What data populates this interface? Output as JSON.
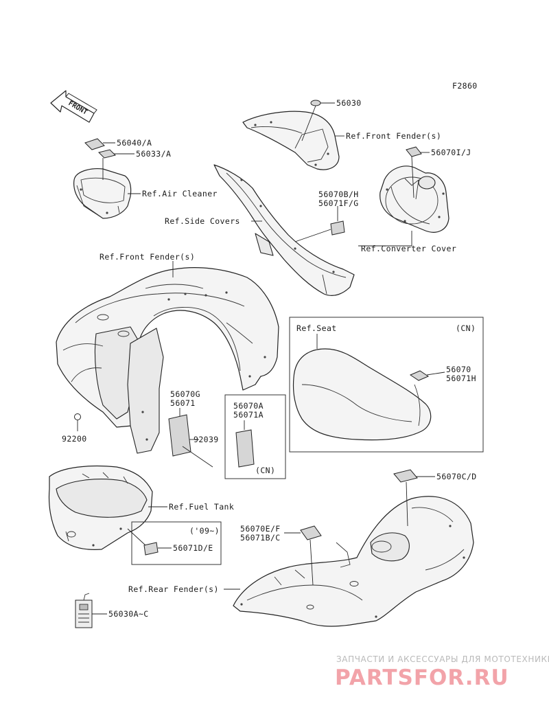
{
  "figure_code": "F2860",
  "front_arrow": "FRONT",
  "callouts": {
    "c56030": "56030",
    "ref_front_fender_top": "Ref.Front Fender(s)",
    "c56070IJ": "56070I/J",
    "c56040A": "56040/A",
    "c56033A": "56033/A",
    "ref_air_cleaner": "Ref.Air Cleaner",
    "c56070BH": "56070B/H",
    "c56071FG": "56071F/G",
    "ref_side_covers": "Ref.Side Covers",
    "ref_converter_cover": "Ref.Converter Cover",
    "ref_front_fender_main": "Ref.Front Fender(s)",
    "ref_seat": "Ref.Seat",
    "cn_seat": "(CN)",
    "c56070": "56070",
    "c56071H": "56071H",
    "c56070G": "56070G",
    "c56071": "56071",
    "c56070A": "56070A",
    "c56071A": "56071A",
    "cn_box": "(CN)",
    "c92200": "92200",
    "c92039": "92039",
    "ref_fuel_tank": "Ref.Fuel Tank",
    "year_09": "('09~)",
    "c56071DE": "56071D/E",
    "c56070CD": "56070C/D",
    "c56070EF": "56070E/F",
    "c56071BC": "56071B/C",
    "ref_rear_fender": "Ref.Rear Fender(s)",
    "c56030AC": "56030A~C"
  },
  "watermark": {
    "tagline": "ЗАПЧАСТИ И АКСЕССУАРЫ ДЛЯ МОТОТЕХНИКИ",
    "brand": "PARTSFOR.RU"
  },
  "colors": {
    "line": "#222222",
    "watermark_brand": "#f2a3a9",
    "watermark_tagline": "#b9b9b9"
  }
}
